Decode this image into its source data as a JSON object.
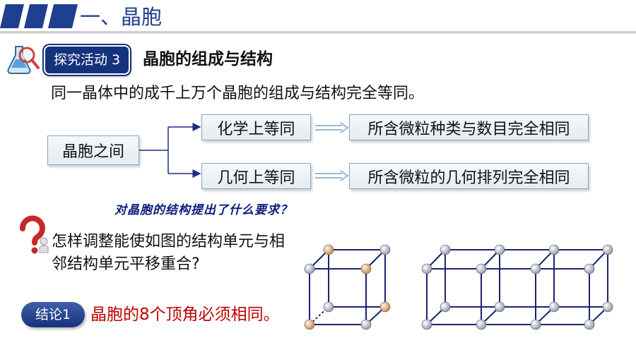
{
  "header": {
    "title": "一、晶胞"
  },
  "activity": {
    "badge": "探究活动 3",
    "title": "晶胞的组成与结构"
  },
  "sentence": "同一晶体中的成千上万个晶胞的组成与结构完全等同。",
  "diagram": {
    "main": "晶胞之间",
    "branch_chem": "化学上等同",
    "branch_geo": "几何上等同",
    "result_chem": "所含微粒种类与数目完全相同",
    "result_geo": "所含微粒的几何排列完全相同"
  },
  "question": "对晶胞的结构提出了什么要求？",
  "prompt": "怎样调整能使如图的结构单元与相邻结构单元平移重合?",
  "conclusion": {
    "badge": "结论1",
    "text": "晶胞的8个顶角必须相同。"
  },
  "colors": {
    "header_blue": "#1f3f8f",
    "badge_navy": "#15327c",
    "conclusion_red": "#c00000",
    "atom_gray": "#b9c3cf",
    "atom_orange": "#d9a06a",
    "cube_line": "#1b2270"
  },
  "icons": {
    "header": "header-stripes-icon",
    "activity": "flask-magnifier-icon",
    "prompt": "question-mark-figure-icon"
  }
}
